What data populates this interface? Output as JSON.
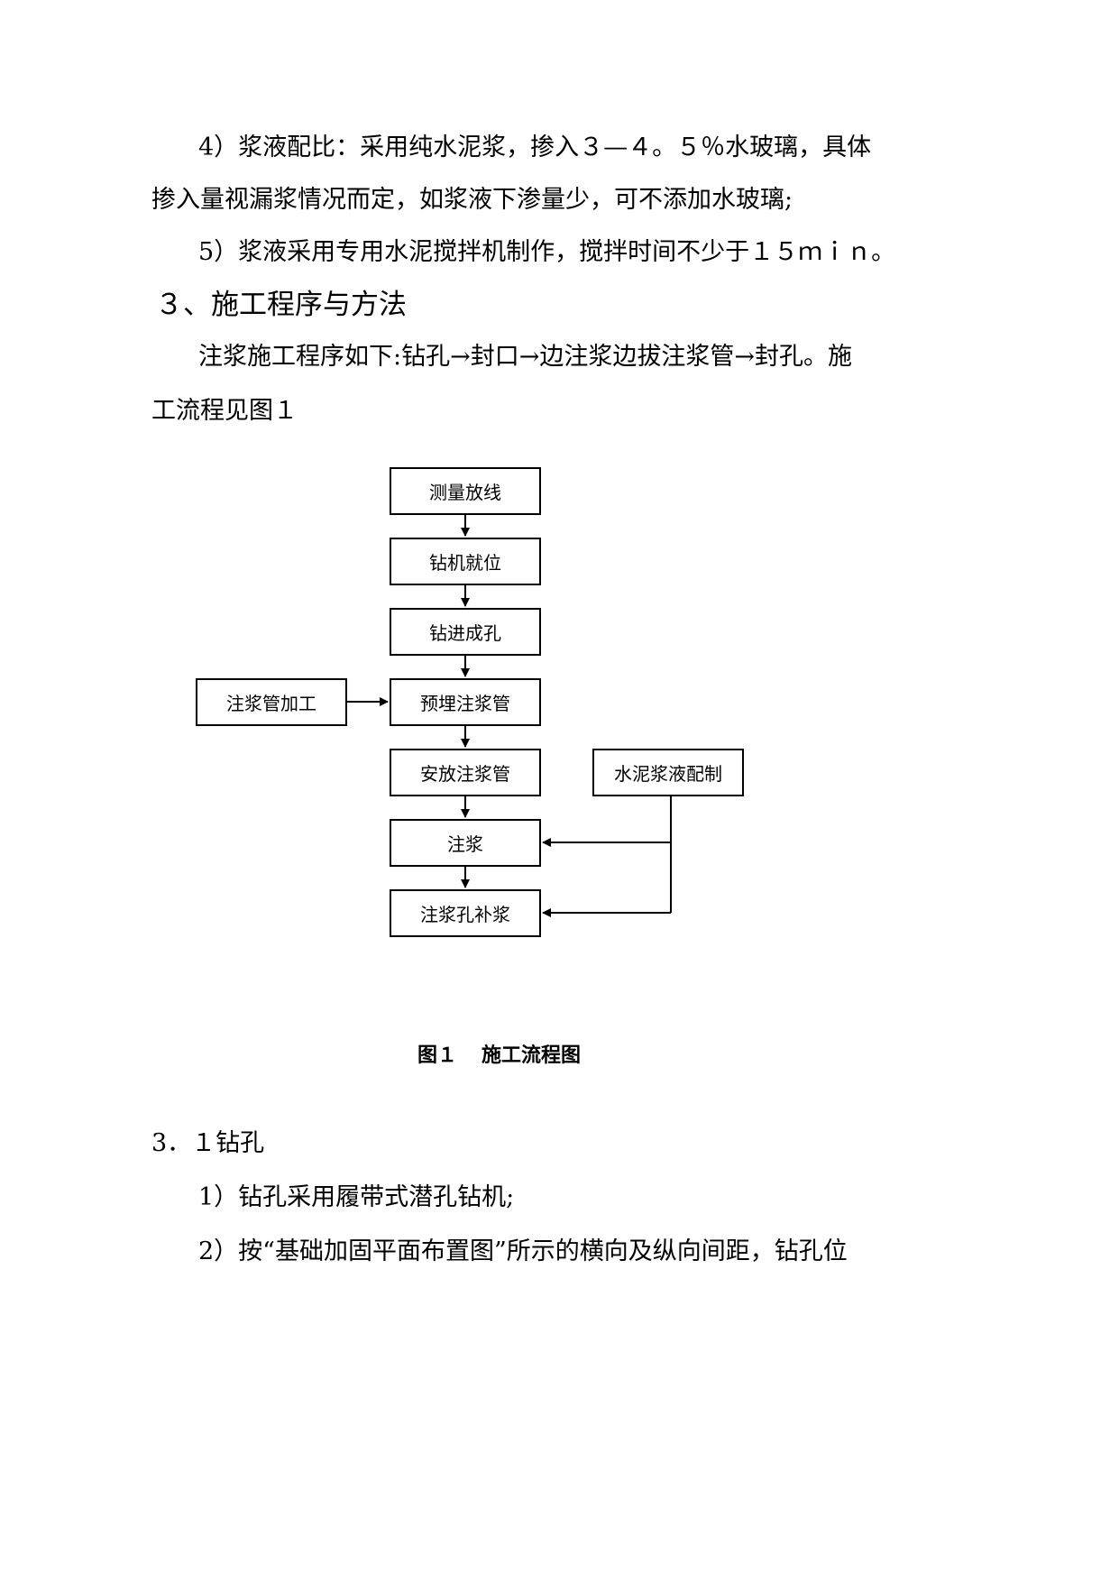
{
  "paragraphs": {
    "p1": "4）浆液配比：采用纯水泥浆，掺入３—４。５％水玻璃，具体",
    "p1b": "掺入量视漏浆情况而定，如浆液下渗量少，可不添加水玻璃;",
    "p2": "5）浆液采用专用水泥搅拌机制作，搅拌时间不少于１５ｍｉｎ。",
    "h3": "３、施工程序与方法",
    "p3": "注浆施工程序如下:钻孔→封口→边注浆边拔注浆管→封孔。施",
    "p3b": "工流程见图１",
    "h31": "3．１钻孔",
    "p4": "1）钻孔采用履带式潜孔钻机;",
    "p5": "2）按“基础加固平面布置图”所示的横向及纵向间距，钻孔位"
  },
  "flowchart": {
    "boxes": {
      "measure": "测量放线",
      "rig": "钻机就位",
      "drill": "钻进成孔",
      "pipe_process": "注浆管加工",
      "embed": "预埋注浆管",
      "install": "安放注浆管",
      "cement": "水泥浆液配制",
      "grout": "注浆",
      "refill": "注浆孔补浆"
    },
    "caption_fig": "图１",
    "caption_title": "施工流程图"
  }
}
